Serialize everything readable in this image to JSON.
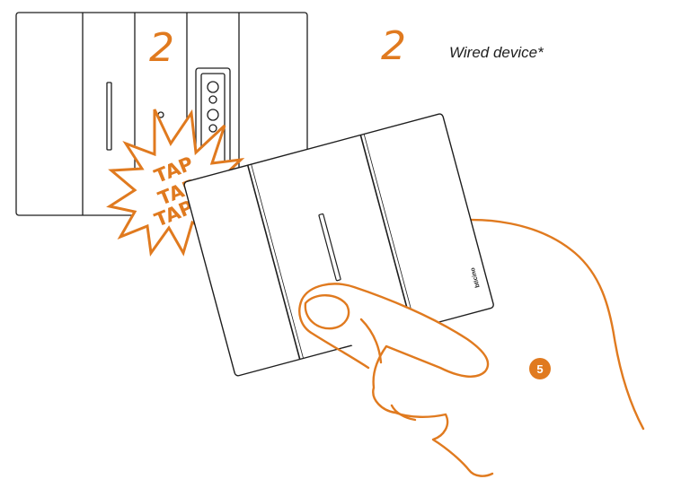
{
  "labels": {
    "wall_number": "2",
    "device_number": "2",
    "device_caption": "Wired device*",
    "tap_words": [
      "TAP",
      "TAP",
      "TAP"
    ],
    "step_badge": "5",
    "brand_text": "bticino"
  },
  "colors": {
    "accent": "#e07a1f",
    "line": "#1e1e1e",
    "background": "#ffffff"
  },
  "icons": {
    "hand": "hand-illustration",
    "burst": "tap-burst-icon",
    "socket": "socket-icon"
  }
}
